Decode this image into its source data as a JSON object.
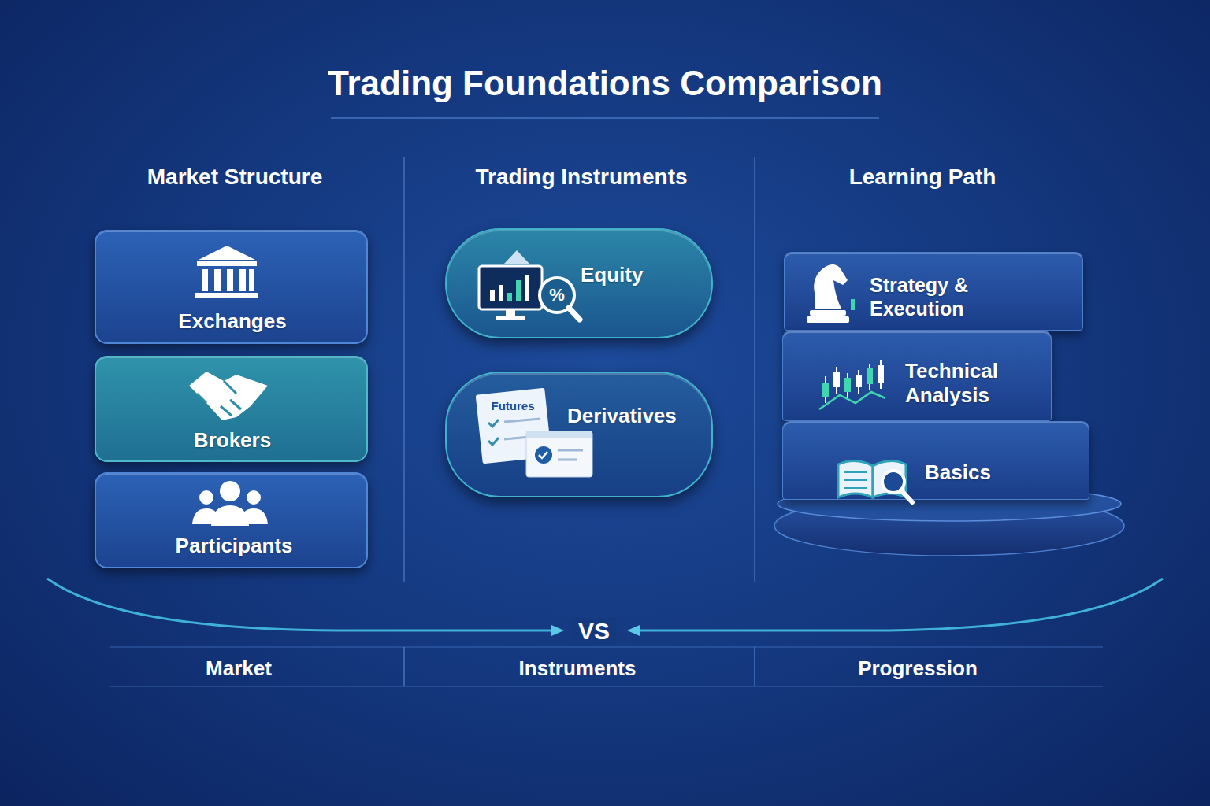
{
  "diagram": {
    "title": "Trading Foundations Comparison",
    "nodes": [
      {
        "text": [
          "Exchanges"
        ]
      },
      {
        "text": [
          "Brokers"
        ]
      },
      {
        "text": [
          "Participants"
        ]
      },
      {
        "text": [
          "Equity"
        ]
      },
      {
        "text": [
          "Derivatives"
        ]
      },
      {
        "text": [
          "Strategy & Execution"
        ]
      },
      {
        "text": [
          "Technical Analysis"
        ]
      },
      {
        "text": [
          "Basics"
        ]
      }
    ],
    "labels": [
      "Market Structure",
      "Trading Instruments",
      "Learning Path",
      "%",
      "Futures",
      "VS",
      "Market",
      "Instruments",
      "Progression"
    ]
  }
}
